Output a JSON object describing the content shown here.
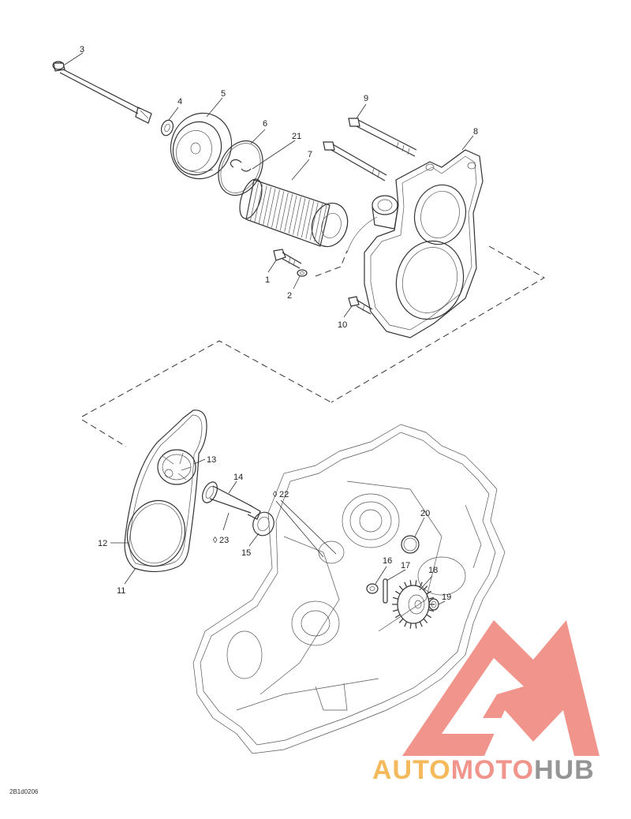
{
  "callouts": [
    {
      "n": "1"
    },
    {
      "n": "2"
    },
    {
      "n": "3"
    },
    {
      "n": "4"
    },
    {
      "n": "5"
    },
    {
      "n": "6"
    },
    {
      "n": "7"
    },
    {
      "n": "8"
    },
    {
      "n": "9"
    },
    {
      "n": "10"
    },
    {
      "n": "11"
    },
    {
      "n": "12"
    },
    {
      "n": "13"
    },
    {
      "n": "14"
    },
    {
      "n": "15"
    },
    {
      "n": "16"
    },
    {
      "n": "17"
    },
    {
      "n": "18"
    },
    {
      "n": "19"
    },
    {
      "n": "20"
    },
    {
      "n": "21"
    },
    {
      "n": "22"
    },
    {
      "n": "23"
    }
  ],
  "lube_symbol": "◊",
  "drawing_code": "2B1d0206",
  "watermark": {
    "part1": "AUTO",
    "part2": "MOTO",
    "part3": "HUB",
    "color1": "#f2b24a",
    "color2": "#f08a80",
    "color3": "#8a8a8a",
    "triangle_color": "#f08a80"
  }
}
